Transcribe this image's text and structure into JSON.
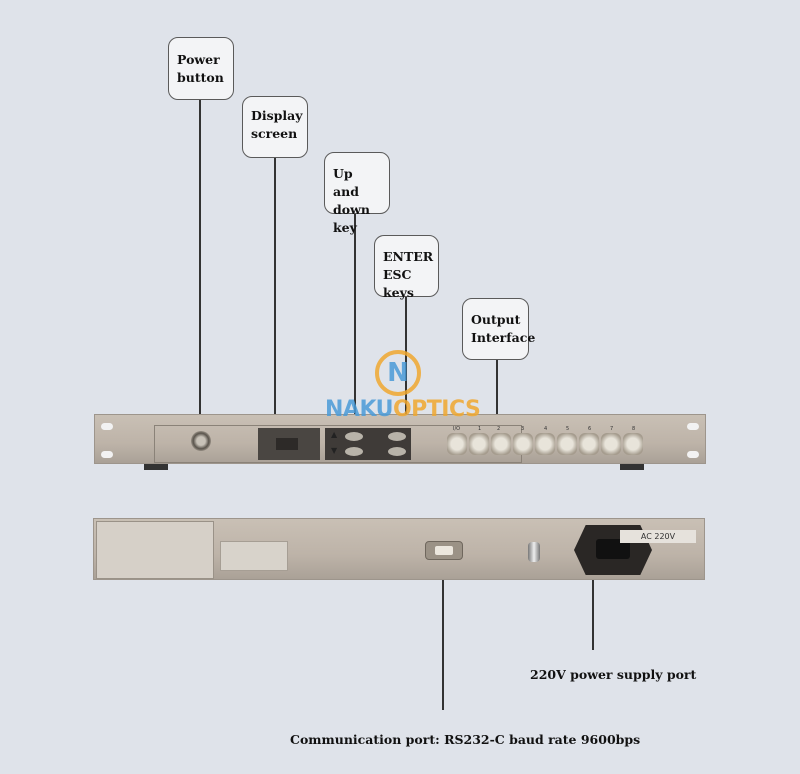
{
  "callouts": {
    "power": "Power button",
    "display": "Display screen",
    "updown": "Up and down key",
    "enter_esc": "ENTER ESC keys",
    "output": "Output Interface"
  },
  "captions": {
    "power_port": "220V power supply port",
    "comm_port": "Communication port: RS232-C baud rate 9600bps"
  },
  "watermark": {
    "part1": "NAKU",
    "part2": "OPTICS",
    "letter": "N",
    "colors": {
      "blue": "#4a9bd8",
      "orange": "#f0a830"
    }
  },
  "front": {
    "port_labels": [
      "I/O",
      "1",
      "2",
      "3",
      "4",
      "5",
      "6",
      "7",
      "8"
    ],
    "up_arrow": "▲",
    "down_arrow": "▼"
  },
  "rear": {
    "voltage_label": "AC 220V"
  }
}
